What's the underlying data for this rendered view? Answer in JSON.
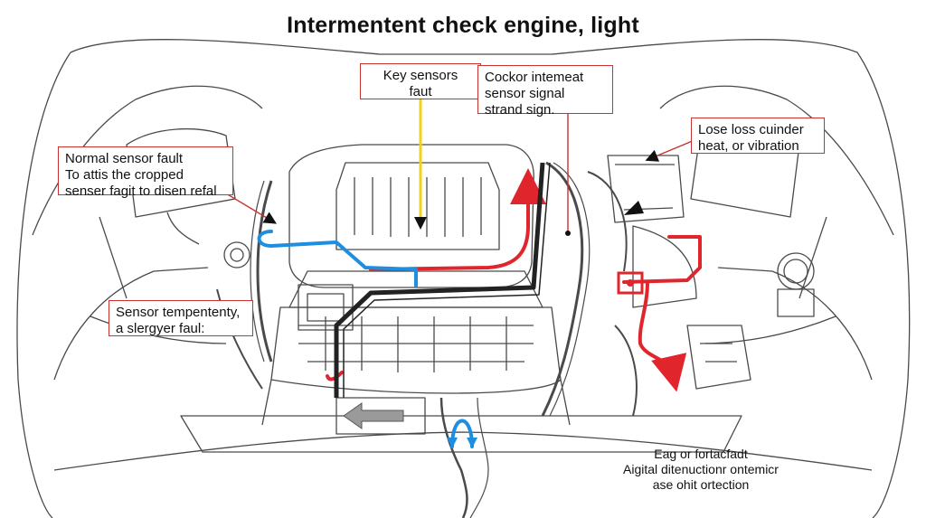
{
  "diagram": {
    "title": "Intermentent check engine, light",
    "colors": {
      "line": "#4a4a4a",
      "fault_wire": "#e0252c",
      "signal_wire": "#1e8fe0",
      "callout_border": "#c9332f",
      "indicator_arrow": "#f2d21a"
    },
    "callouts": {
      "key_sensors": [
        "Key sensors",
        "faut"
      ],
      "cockor": [
        "Cockor intemeat",
        "sensor signal",
        "strand sign."
      ],
      "lose_loss": [
        "Lose loss cuinder",
        "heat, or vibration"
      ],
      "normal_sensor": [
        "Normal sensor fault",
        "To attis the cropped",
        "senser fagit to disen refal"
      ],
      "sensor_tempententy": [
        "Sensor tempententy,",
        "a slergyer faul:"
      ]
    },
    "footnote": [
      "Eag or fortacfadt",
      "Aigital ditenuctionr ontemicr",
      "ase ohit ortection"
    ]
  }
}
